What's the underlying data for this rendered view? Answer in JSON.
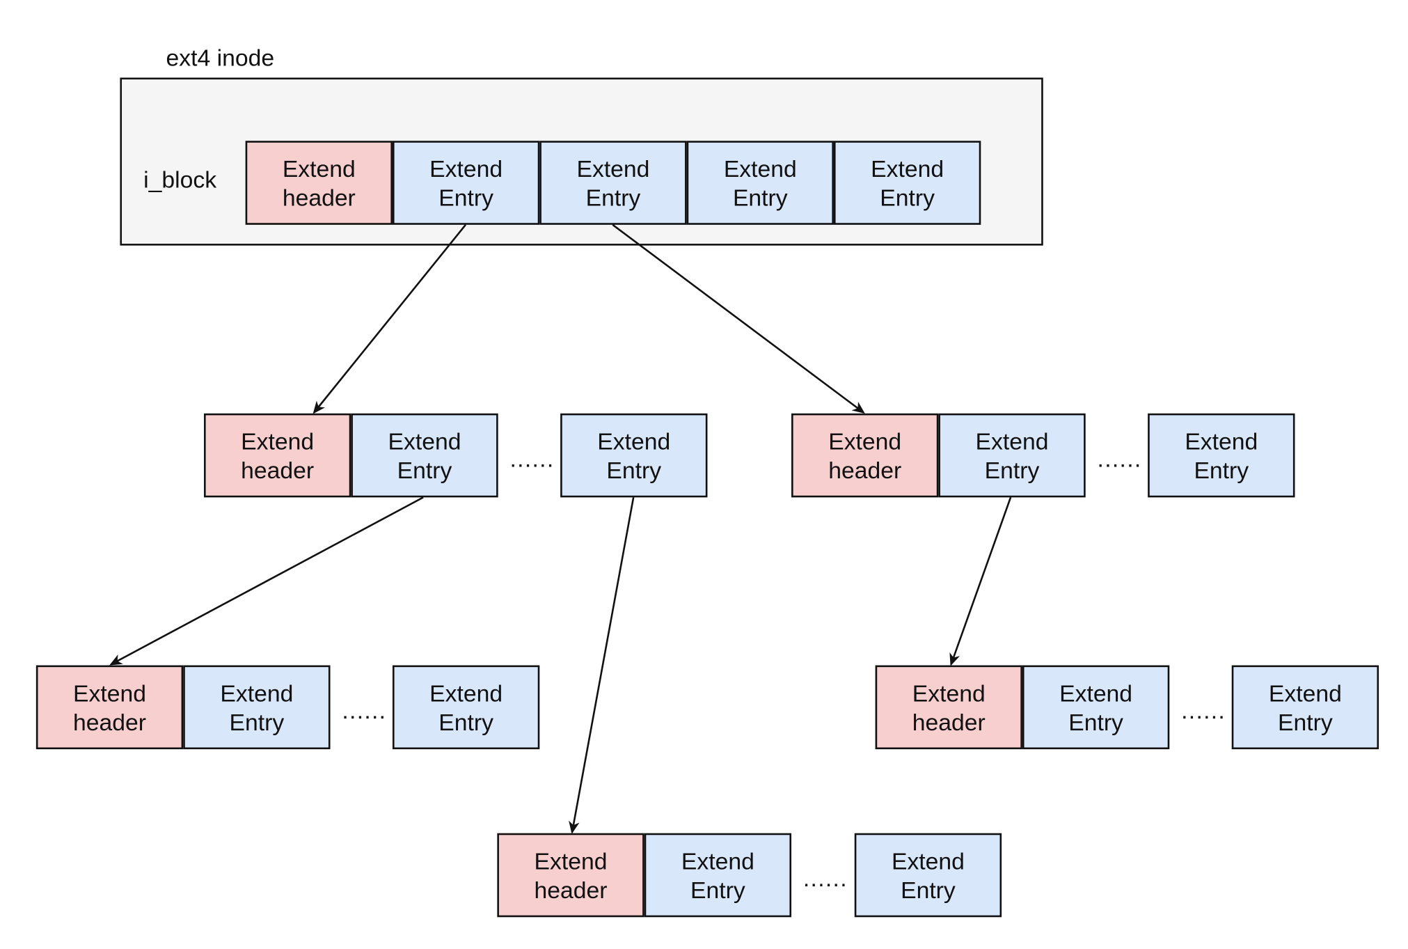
{
  "inode": {
    "title": "ext4 inode",
    "i_block_label": "i_block"
  },
  "cells": {
    "header": "Extend\nheader",
    "entry": "Extend\nEntry"
  },
  "ellipsis": "......",
  "colors": {
    "header_fill": "#f6cfce",
    "entry_fill": "#d9e7fb",
    "inode_fill": "#f5f5f5",
    "stroke": "#111111"
  }
}
